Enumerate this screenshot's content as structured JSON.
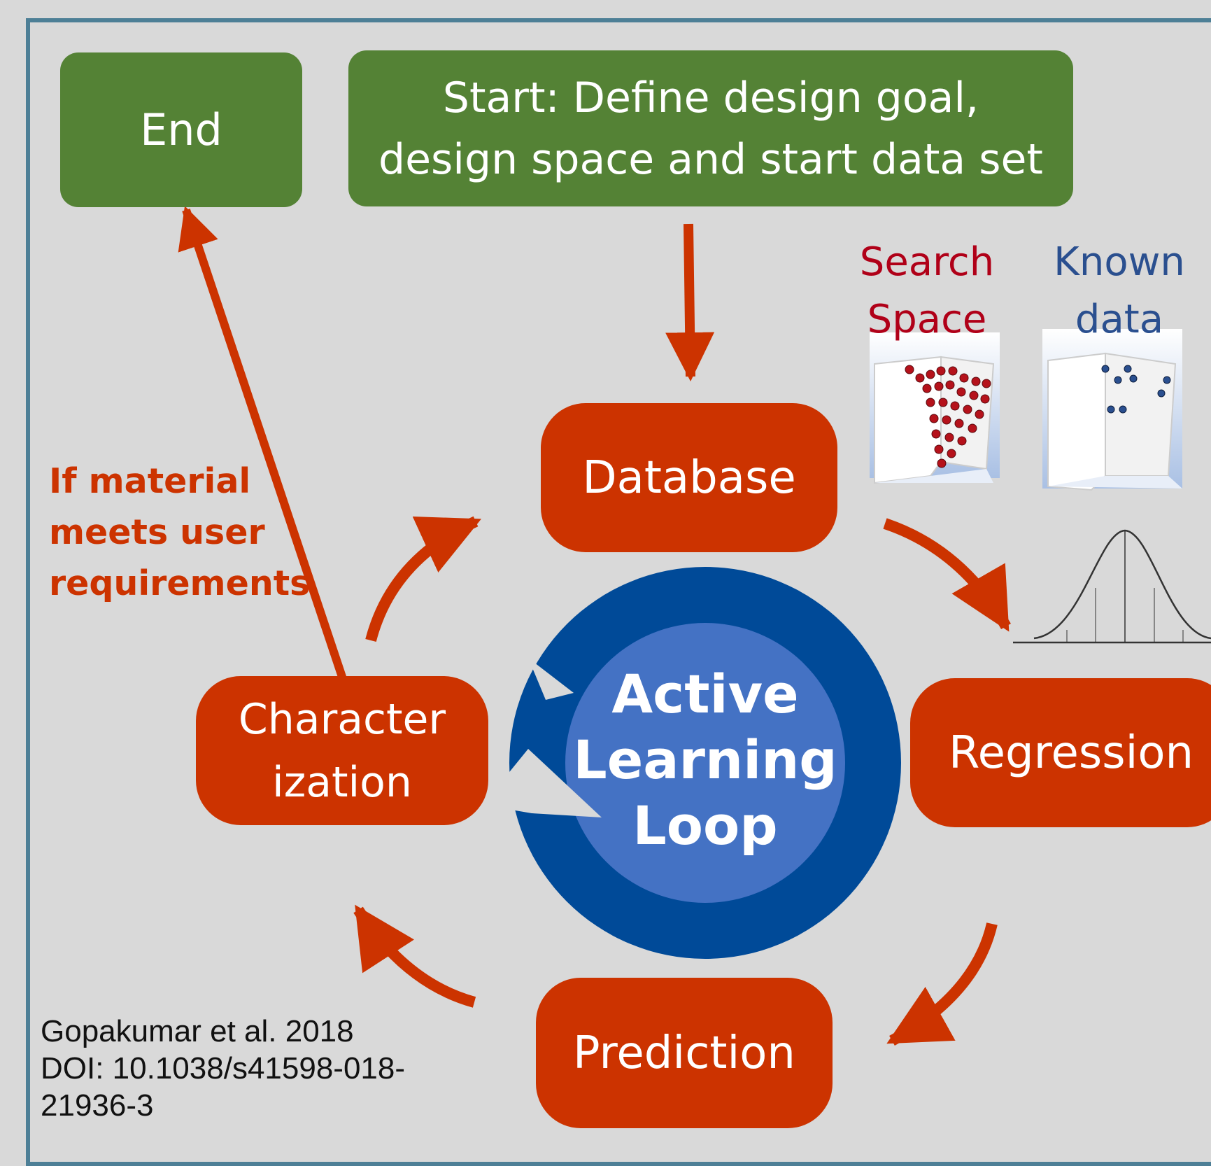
{
  "boxes": {
    "start": {
      "line1": "Start: Define design goal,",
      "line2": "design space and start data set"
    },
    "end": "End",
    "database": "Database",
    "regression": "Regression",
    "characterization": {
      "line1": "Character",
      "line2": "ization"
    },
    "prediction": "Prediction"
  },
  "center": {
    "line1": "Active",
    "line2": "Learning",
    "line3": "Loop"
  },
  "condition": {
    "line1": "If material",
    "line2": "meets user",
    "line3": "requirements"
  },
  "panels": {
    "search_space": {
      "line1": "Search",
      "line2": "Space"
    },
    "known_data": {
      "line1": "Known",
      "line2": "data"
    }
  },
  "citation": {
    "line1": "Gopakumar et al. 2018",
    "line2": "DOI: 10.1038/s41598-018-",
    "line3": "21936-3"
  },
  "colors": {
    "green_box": "#548235",
    "red_box": "#cc3300",
    "loop_dark": "#004a98",
    "loop_light": "#4472c4",
    "frame": "#4d7f96",
    "background": "#d9d9d9"
  }
}
